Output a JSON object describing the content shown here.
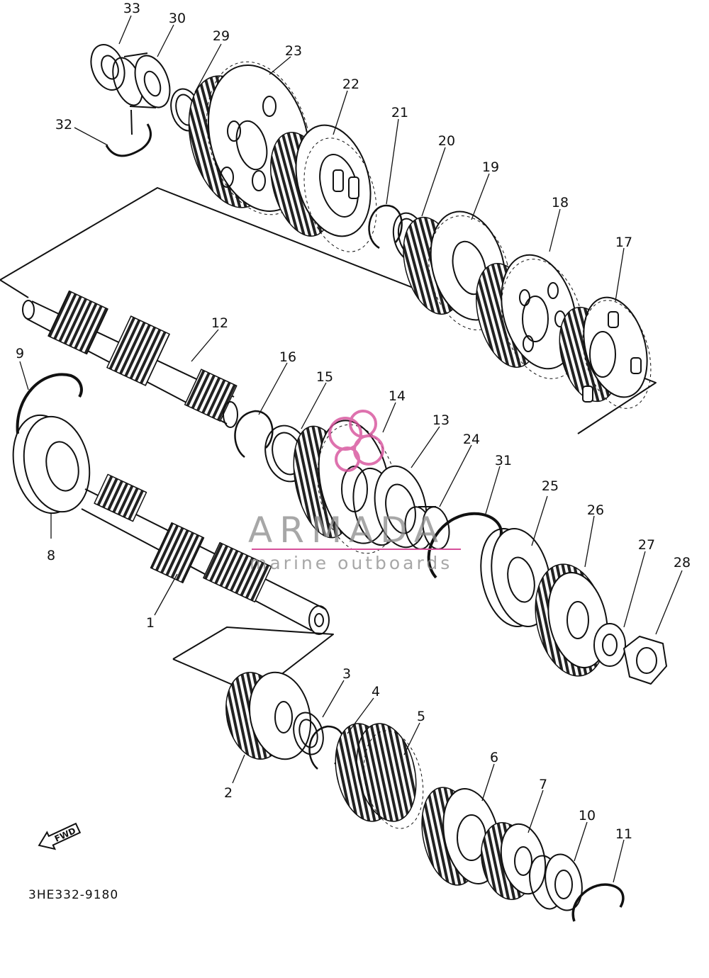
{
  "diagram": {
    "part_labels": [
      "1",
      "2",
      "3",
      "4",
      "5",
      "6",
      "7",
      "8",
      "9",
      "10",
      "11",
      "12",
      "13",
      "14",
      "15",
      "16",
      "17",
      "18",
      "19",
      "20",
      "21",
      "22",
      "23",
      "24",
      "25",
      "26",
      "27",
      "28",
      "29",
      "30",
      "31",
      "32",
      "33"
    ],
    "diagram_code": "3HE332-9180",
    "direction_marker": "FWD"
  },
  "watermark": {
    "brand": "ARMADA",
    "tagline": "marine outboards",
    "accent_color": "#d64f9a",
    "text_color": "#8a8a8a"
  }
}
